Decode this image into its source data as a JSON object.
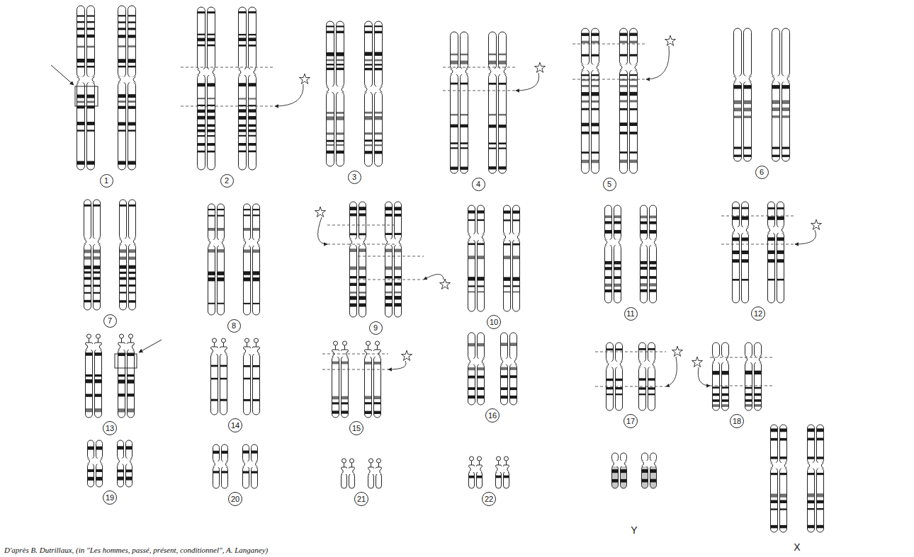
{
  "diagram": {
    "caption": "D'après B. Dutrillaux, (in \"Les hommes, passé, présent, conditionnel\", A. Langaney)",
    "nodes": [
      {
        "text": [
          "1"
        ]
      },
      {
        "text": [
          "2"
        ]
      },
      {
        "text": [
          "3"
        ]
      },
      {
        "text": [
          "4"
        ]
      },
      {
        "text": [
          "5"
        ]
      },
      {
        "text": [
          "6"
        ]
      },
      {
        "text": [
          "7"
        ]
      },
      {
        "text": [
          "8"
        ]
      },
      {
        "text": [
          "9"
        ]
      },
      {
        "text": [
          "10"
        ]
      },
      {
        "text": [
          "11"
        ]
      },
      {
        "text": [
          "12"
        ]
      },
      {
        "text": [
          "13"
        ]
      },
      {
        "text": [
          "14"
        ]
      },
      {
        "text": [
          "15"
        ]
      },
      {
        "text": [
          "16"
        ]
      },
      {
        "text": [
          "17"
        ]
      },
      {
        "text": [
          "18"
        ]
      },
      {
        "text": [
          "19"
        ]
      },
      {
        "text": [
          "20"
        ]
      },
      {
        "text": [
          "21"
        ]
      },
      {
        "text": [
          "22"
        ]
      }
    ],
    "labels": [
      "Y",
      "X"
    ]
  }
}
